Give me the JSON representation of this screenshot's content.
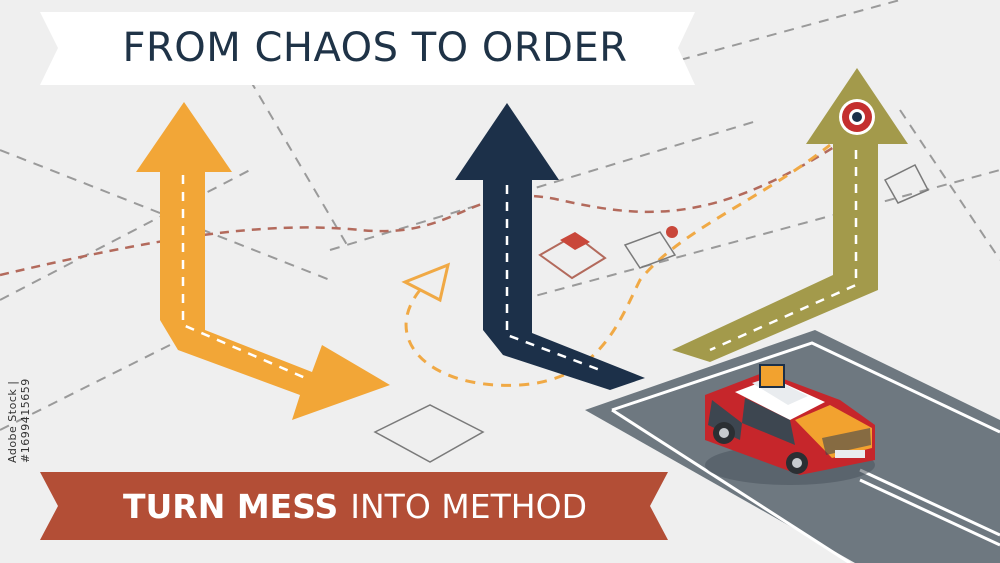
{
  "banners": {
    "top_title": "FROM CHAOS TO ORDER",
    "bottom_bold": "TURN MESS",
    "bottom_rest": "INTO METHOD"
  },
  "watermark": {
    "id_text": "Adobe Stock | #1699415659"
  },
  "colors": {
    "background": "#efefef",
    "arrow_orange": "#f2a637",
    "arrow_navy": "#1c3049",
    "arrow_olive": "#a39a4b",
    "road": "#6e7880",
    "banner_red": "#b34e36",
    "banner_white": "#ffffff",
    "car_red": "#c6262b",
    "car_yellow": "#f2a22f",
    "target_red": "#c42f2f"
  },
  "icons": {
    "car": "car-icon",
    "target": "target-icon",
    "triangle": "triangle-marker-icon"
  }
}
